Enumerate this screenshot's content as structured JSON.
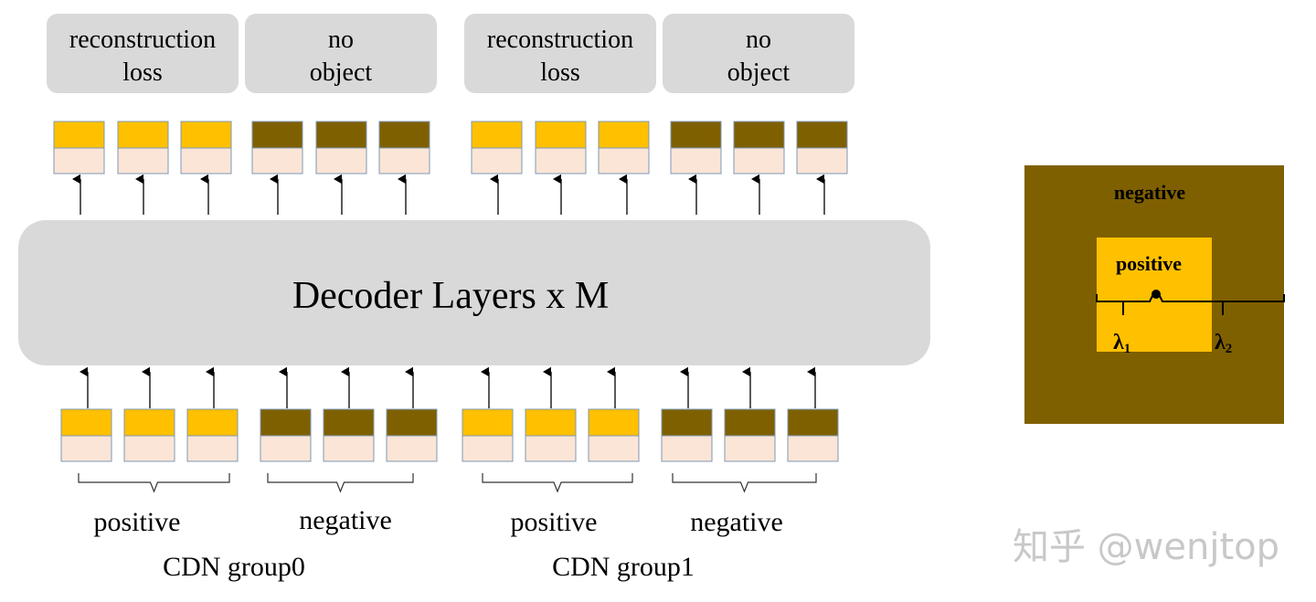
{
  "header_boxes": [
    "reconstruction\nloss",
    "no\nobject",
    "reconstruction\nloss",
    "no\nobject"
  ],
  "decoder_label": "Decoder Layers x M",
  "groups": [
    {
      "label": "CDN group0",
      "positive_label": "positive",
      "negative_label": "negative"
    },
    {
      "label": "CDN group1",
      "positive_label": "positive",
      "negative_label": "negative"
    }
  ],
  "inset": {
    "negative_label": "negative",
    "positive_label": "positive",
    "lambda1": "λ1",
    "lambda2": "λ2"
  },
  "watermark": "知乎 @wenjtop",
  "colors": {
    "positive": "#FFC000",
    "negative": "#7F6000",
    "query_bottom": "#FBE5D6",
    "panel": "#D9D9D9",
    "stroke": "#7F98B5"
  }
}
